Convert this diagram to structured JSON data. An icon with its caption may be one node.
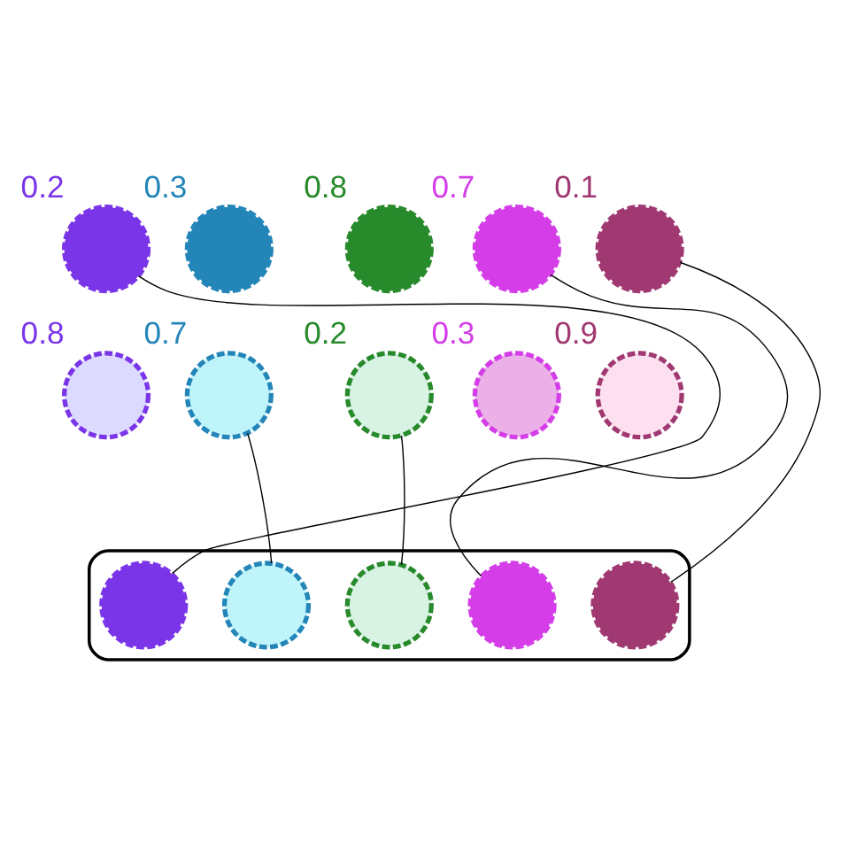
{
  "diagram": {
    "nodes": [
      {
        "text": [],
        "shape": "circle",
        "beside": [
          "0.2"
        ]
      },
      {
        "text": [],
        "shape": "circle",
        "beside": [
          "0.3"
        ]
      },
      {
        "text": [],
        "shape": "circle",
        "beside": [
          "0.8"
        ]
      },
      {
        "text": [],
        "shape": "circle",
        "beside": [
          "0.7"
        ]
      },
      {
        "text": [],
        "shape": "circle",
        "beside": [
          "0.1"
        ]
      },
      {
        "text": [],
        "shape": "circle",
        "beside": [
          "0.8"
        ]
      },
      {
        "text": [],
        "shape": "circle",
        "beside": [
          "0.7"
        ]
      },
      {
        "text": [],
        "shape": "circle",
        "beside": [
          "0.2"
        ]
      },
      {
        "text": [],
        "shape": "circle",
        "beside": [
          "0.3"
        ]
      },
      {
        "text": [],
        "shape": "circle",
        "beside": [
          "0.9"
        ]
      },
      {
        "text": [],
        "shape": "box"
      },
      {
        "text": [],
        "shape": "circle",
        "in": 10
      },
      {
        "text": [],
        "shape": "circle",
        "in": 10
      },
      {
        "text": [],
        "shape": "circle",
        "in": 10
      },
      {
        "text": [],
        "shape": "circle",
        "in": 10
      },
      {
        "text": [],
        "shape": "circle",
        "in": 10
      }
    ],
    "edges": [
      {
        "from": 0,
        "to": 11,
        "arrow": "none"
      },
      {
        "from": 6,
        "to": 12,
        "arrow": "none"
      },
      {
        "from": 7,
        "to": 13,
        "arrow": "none"
      },
      {
        "from": 3,
        "to": 14,
        "arrow": "none"
      },
      {
        "from": 4,
        "to": 15,
        "arrow": "none"
      }
    ]
  }
}
